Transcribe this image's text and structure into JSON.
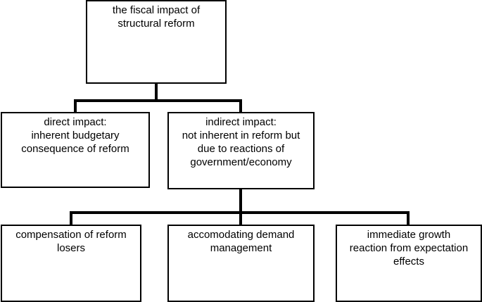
{
  "diagram": {
    "root": {
      "lines": [
        "the fiscal impact of",
        "structural reform"
      ]
    },
    "direct": {
      "lines": [
        "direct impact:",
        "inherent budgetary",
        "consequence of reform"
      ]
    },
    "indirect": {
      "lines": [
        "indirect impact:",
        "not inherent in reform but",
        "due to reactions of",
        "government/economy"
      ]
    },
    "compensation": {
      "lines": [
        "compensation of reform",
        "losers"
      ]
    },
    "demand": {
      "lines": [
        "accomodating demand",
        "management"
      ]
    },
    "growth": {
      "lines": [
        "immediate growth",
        "reaction from expectation",
        "effects"
      ]
    }
  }
}
